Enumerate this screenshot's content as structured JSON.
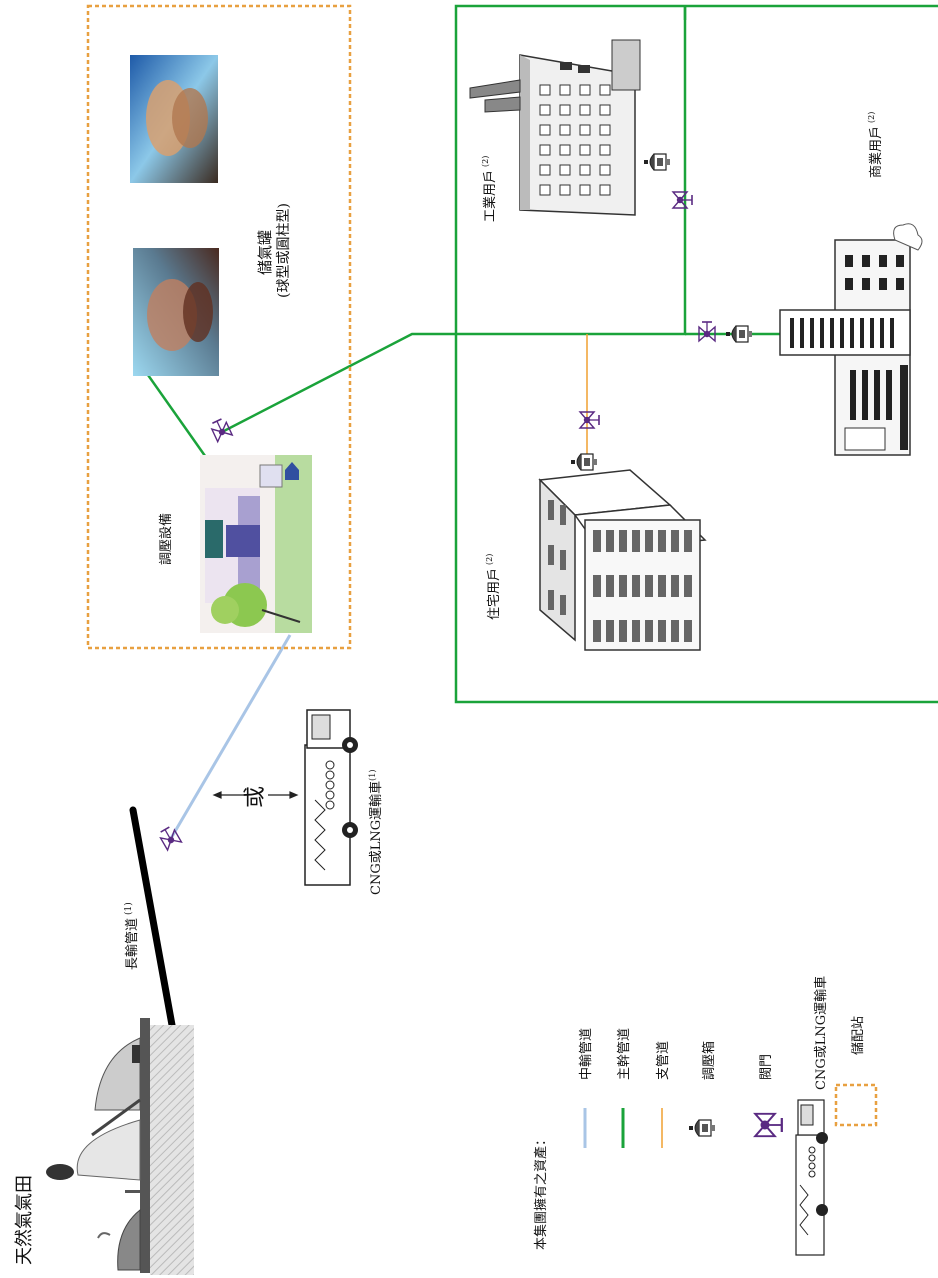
{
  "labels": {
    "gas_field": "天然氣氣田",
    "long_pipeline": "長輸管道",
    "long_pipeline_note": "(1)",
    "or": "或",
    "truck": "CNG或LNG運輸車",
    "truck_note": "(1)",
    "regulator_equipment": "調壓設備",
    "storage_tank": "儲氣罐",
    "storage_tank_type": "(球型或圓柱型)",
    "residential": "住宅用戶",
    "industrial": "工業用戶",
    "commercial": "商業用戶",
    "user_note": "(2)"
  },
  "legend": {
    "title": "本集團擁有之資產：",
    "items": [
      {
        "label": "中輸管道",
        "symbol": "light-blue-line"
      },
      {
        "label": "主幹管道",
        "symbol": "green-line"
      },
      {
        "label": "支管道",
        "symbol": "orange-line"
      },
      {
        "label": "調壓箱",
        "symbol": "regulator-box-icon"
      },
      {
        "label": "閥門",
        "symbol": "valve-icon"
      },
      {
        "label": "CNG或LNG運輸車",
        "symbol": "truck-icon"
      },
      {
        "label": "儲配站",
        "symbol": "dashed-orange-box"
      }
    ]
  },
  "colors": {
    "mid_pipeline": "#a9c5e6",
    "trunk_pipeline": "#1aa33a",
    "branch_pipeline": "#f0a030",
    "station_border": "#e8a040",
    "valve": "#5a2a82"
  }
}
